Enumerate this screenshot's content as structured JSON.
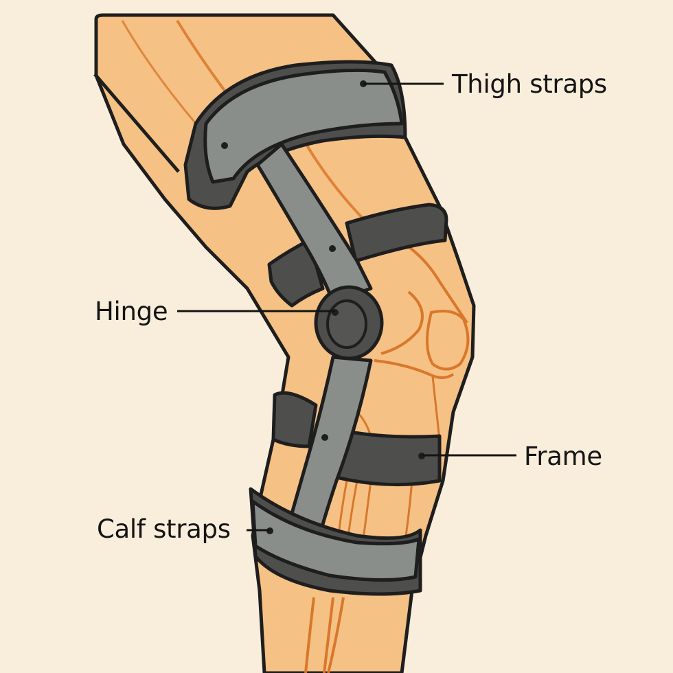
{
  "diagram": {
    "subject": "Hinged knee brace",
    "colors": {
      "background": "#f9eedb",
      "skin": "#f5c185",
      "skin_line": "#d9772a",
      "frame_gray": "#8a8e8a",
      "strap_dark": "#4e4f4d",
      "outline": "#1e1e1e",
      "label_text": "#141414"
    },
    "labels": [
      {
        "id": "thigh-straps",
        "text": "Thigh straps",
        "points_to": "upper thigh strap"
      },
      {
        "id": "hinge",
        "text": "Hinge",
        "points_to": "knee hinge joint"
      },
      {
        "id": "frame",
        "text": "Frame",
        "points_to": "lower shin strap"
      },
      {
        "id": "calf-straps",
        "text": "Calf straps",
        "points_to": "lower calf strap"
      }
    ]
  }
}
